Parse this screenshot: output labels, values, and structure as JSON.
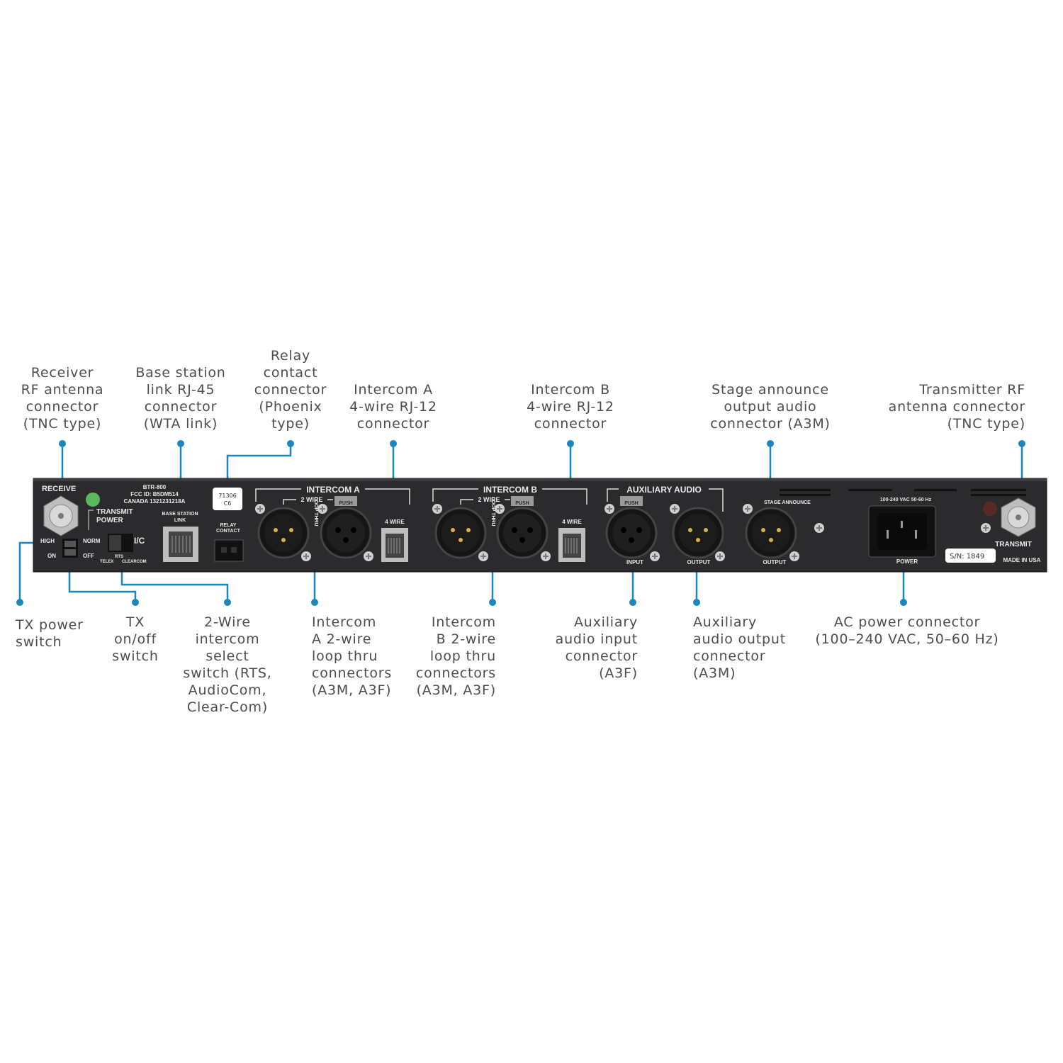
{
  "colors": {
    "callout": "#1b87bd",
    "panel": "#2b2b2d",
    "text": "#4d4d4d"
  },
  "callouts_top": [
    {
      "id": "receiver-rf-antenna",
      "text": "Receiver\nRF antenna\nconnector\n(TNC type)"
    },
    {
      "id": "base-station-link",
      "text": "Base station\nlink RJ-45\nconnector\n(WTA link)"
    },
    {
      "id": "relay-contact",
      "text": "Relay\ncontact\nconnector\n(Phoenix\ntype)"
    },
    {
      "id": "intercom-a-4wire",
      "text": "Intercom A\n4-wire RJ-12\nconnector"
    },
    {
      "id": "intercom-b-4wire",
      "text": "Intercom B\n4-wire RJ-12\nconnector"
    },
    {
      "id": "stage-announce",
      "text": "Stage announce\noutput audio\nconnector (A3M)"
    },
    {
      "id": "transmitter-rf-antenna",
      "text": "Transmitter RF\nantenna connector\n(TNC type)"
    }
  ],
  "callouts_bottom": [
    {
      "id": "tx-power-switch",
      "text": "TX power\nswitch"
    },
    {
      "id": "tx-onoff-switch",
      "text": "TX\non/off\nswitch"
    },
    {
      "id": "2wire-intercom-select",
      "text": "2-Wire\nintercom\nselect\nswitch (RTS,\nAudioCom,\nClear-Com)"
    },
    {
      "id": "intercom-a-2wire",
      "text": "Intercom\nA 2-wire\nloop thru\nconnectors\n(A3M, A3F)"
    },
    {
      "id": "intercom-b-2wire",
      "text": "Intercom\nB 2-wire\nloop thru\nconnectors\n(A3M, A3F)"
    },
    {
      "id": "aux-input",
      "text": "Auxiliary\naudio input\nconnector\n(A3F)"
    },
    {
      "id": "aux-output",
      "text": "Auxiliary\naudio output\nconnector\n(A3M)"
    },
    {
      "id": "ac-power",
      "text": "AC power connector\n(100–240 VAC, 50–60 Hz)"
    }
  ],
  "panel": {
    "receive": "RECEIVE",
    "model": "BTR-800",
    "fcc": "FCC ID: B5DM514",
    "canada": "CANADA 1321231218A",
    "transmit_power_1": "TRANSMIT",
    "transmit_power_2": "POWER",
    "high": "HIGH",
    "on": "ON",
    "norm": "NORM",
    "off": "OFF",
    "ic": "I/C",
    "telex": "TELEX",
    "rts": "RTS",
    "clearcom": "CLEARCOM",
    "base_station_1": "BASE STATION",
    "base_station_2": "LINK",
    "sticker_1": "71306",
    "sticker_2": "C6",
    "relay_1": "RELAY",
    "relay_2": "CONTACT",
    "intercom_a": "INTERCOM A",
    "intercom_b": "INTERCOM B",
    "two_wire": "2 WIRE",
    "four_wire": "4 WIRE",
    "loop_thru": "LOOP THRU",
    "push": "PUSH",
    "auxiliary_audio": "AUXILIARY AUDIO",
    "input": "INPUT",
    "output": "OUTPUT",
    "stage_announce": "STAGE ANNOUNCE",
    "vac": "100-240 VAC 50-60 Hz",
    "power": "POWER",
    "transmit": "TRANSMIT",
    "serial": "S/N: 1849",
    "made_in": "MADE IN USA"
  }
}
